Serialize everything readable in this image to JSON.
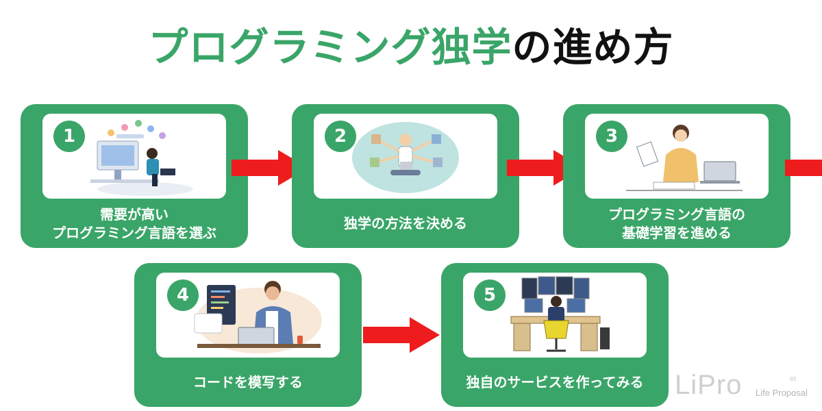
{
  "title": {
    "green": "プログラミング独学",
    "black": "の進め方"
  },
  "steps": [
    {
      "number": "1",
      "lines": [
        "需要が高い",
        "プログラミング言語を選ぶ"
      ]
    },
    {
      "number": "2",
      "lines": [
        "独学の方法を決める"
      ]
    },
    {
      "number": "3",
      "lines": [
        "プログラミング言語の",
        "基礎学習を進める"
      ]
    },
    {
      "number": "4",
      "lines": [
        "コードを模写する"
      ]
    },
    {
      "number": "5",
      "lines": [
        "独自のサービスを作ってみる"
      ]
    }
  ],
  "logo": {
    "text": "LiPro",
    "tagline": "Life Proposal",
    "small": "ild"
  },
  "colors": {
    "accent": "#3aa568",
    "arrow": "#ee1c1c",
    "title_dark": "#111111"
  }
}
